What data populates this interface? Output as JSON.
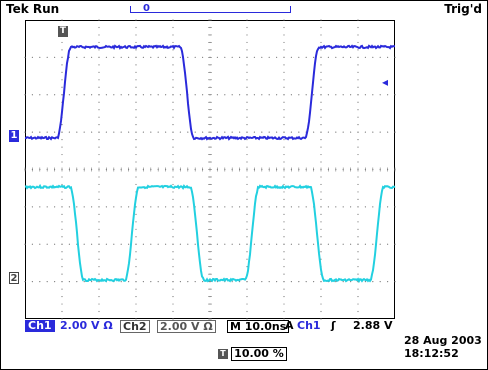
{
  "header": {
    "run_status": "Tek Run",
    "trigger_status": "Trig'd"
  },
  "markers": {
    "ch1": "1",
    "ch2": "2",
    "trigger_position": "T",
    "trigger_zero": "0"
  },
  "channels": [
    {
      "name": "Ch1",
      "scale": "2.00 V Ω",
      "color": "#2a2adb"
    },
    {
      "name": "Ch2",
      "scale": "2.00 V Ω",
      "color": "#22d0e0"
    }
  ],
  "timebase": "M 10.0ns",
  "trigger": {
    "mode": "A",
    "source": "Ch1",
    "slope": "ʃ",
    "level": "2.88 V"
  },
  "horizontal_position": "10.00 %",
  "date": "28 Aug 2003",
  "time": "18:12:52",
  "colors": {
    "ch1": "#2a2adb",
    "ch2": "#22d0e0",
    "grid": "#7a7a7a"
  }
}
